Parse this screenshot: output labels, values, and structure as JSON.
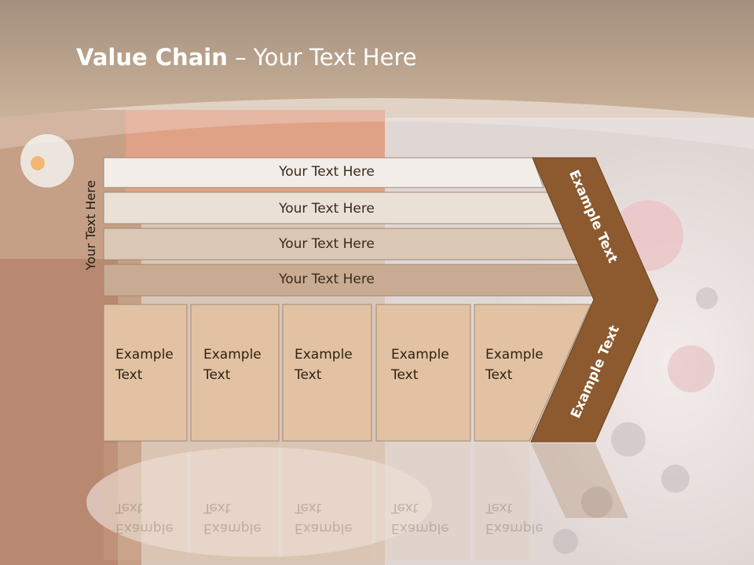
{
  "slide": {
    "title_bold": "Value Chain",
    "title_rest": " – Your Text Here",
    "side_label": "Your Text Here"
  },
  "bars": [
    "Your Text Here",
    "Your Text Here",
    "Your Text Here",
    "Your Text Here"
  ],
  "columns": [
    {
      "line1": "Example",
      "line2": "Text"
    },
    {
      "line1": "Example",
      "line2": "Text"
    },
    {
      "line1": "Example",
      "line2": "Text"
    },
    {
      "line1": "Example",
      "line2": "Text"
    },
    {
      "line1": "Example",
      "line2": "Text"
    }
  ],
  "chevron": {
    "upper": "Example Text",
    "lower": "Example Text"
  },
  "colors": {
    "header": "#9c7a5c",
    "chevron": "#8c5a2e",
    "bar_top": "#f2ede8",
    "bar_bottom": "#c8ab92",
    "column": "#e2c2a2"
  }
}
